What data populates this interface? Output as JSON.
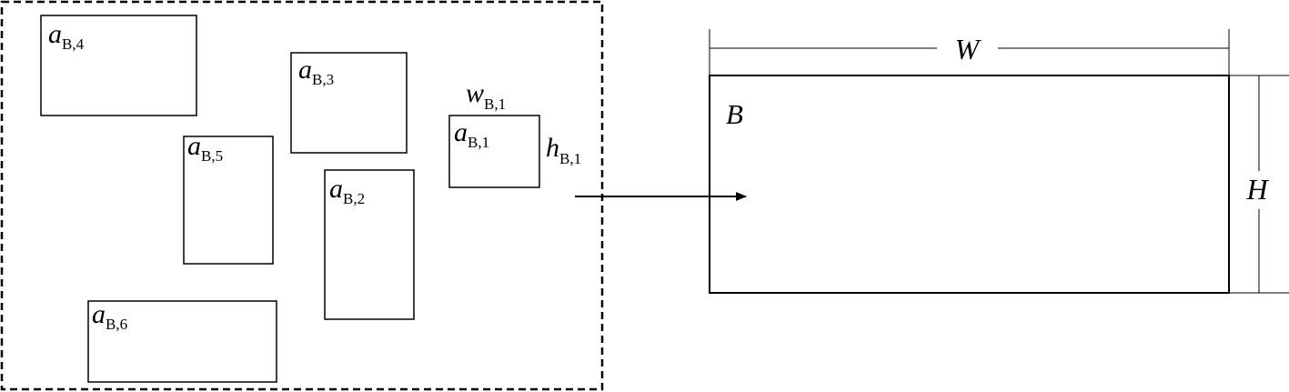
{
  "items": [
    {
      "id": "a4",
      "symbol": "a",
      "subscript": "B,4"
    },
    {
      "id": "a3",
      "symbol": "a",
      "subscript": "B,3"
    },
    {
      "id": "a5",
      "symbol": "a",
      "subscript": "B,5"
    },
    {
      "id": "a2",
      "symbol": "a",
      "subscript": "B,2"
    },
    {
      "id": "a1",
      "symbol": "a",
      "subscript": "B,1"
    },
    {
      "id": "a6",
      "symbol": "a",
      "subscript": "B,6"
    }
  ],
  "item1_width": {
    "symbol": "w",
    "subscript": "B,1"
  },
  "item1_height": {
    "symbol": "h",
    "subscript": "B,1"
  },
  "bin": {
    "label": "B",
    "width_label": "W",
    "height_label": "H"
  },
  "colors": {
    "stroke": "#000000",
    "background": "#ffffff"
  }
}
